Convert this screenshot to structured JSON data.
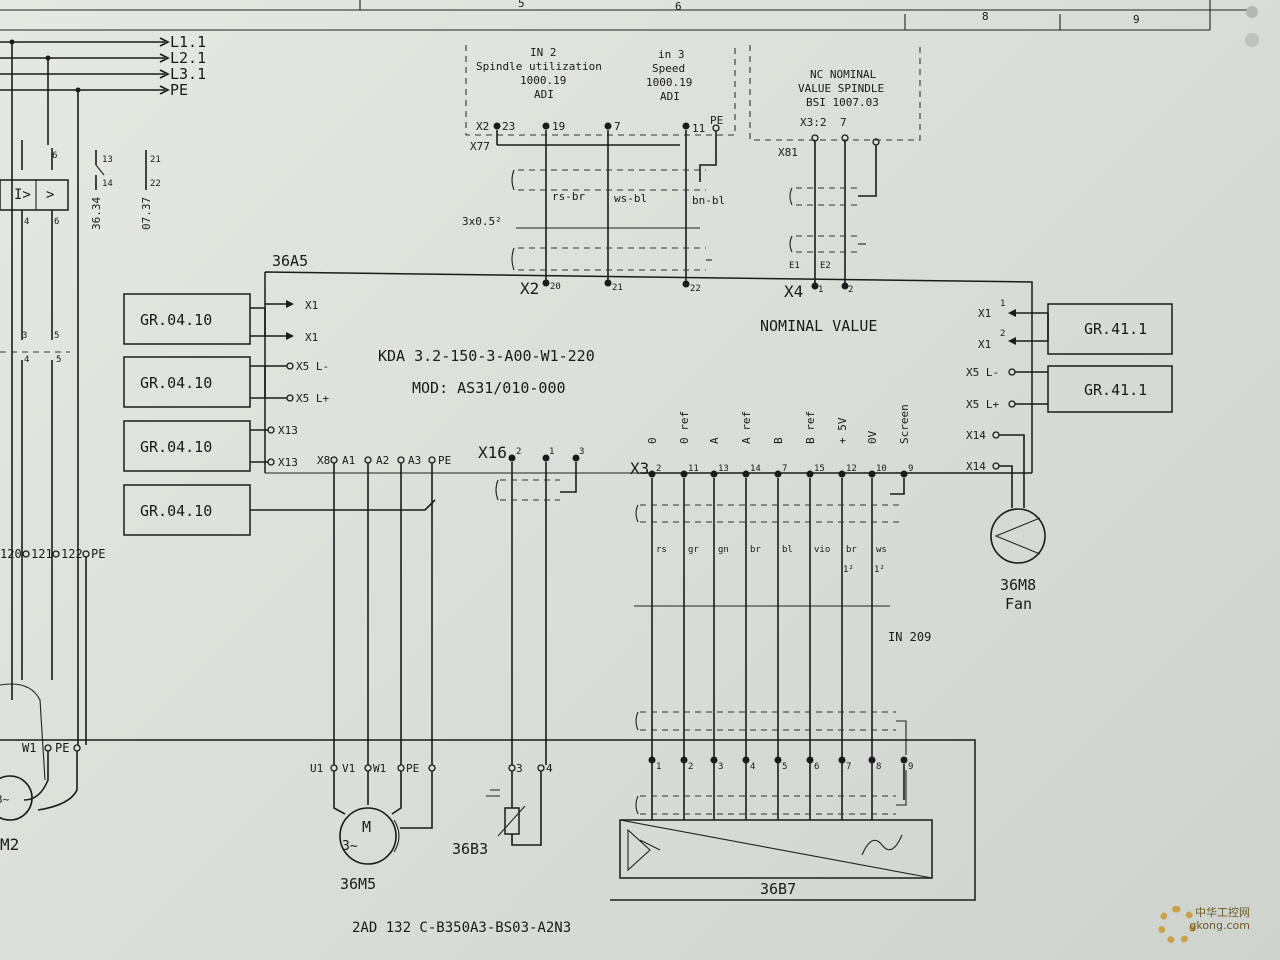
{
  "top_ruler": [
    "5",
    "6",
    "8",
    "9"
  ],
  "supply_lines": [
    "L1.1",
    "L2.1",
    "L3.1",
    "PE"
  ],
  "left_contacts": [
    "13",
    "14",
    "21",
    "22",
    "36.34",
    "07.37",
    "3",
    "4",
    "5",
    "6"
  ],
  "top_left_box": {
    "in2": {
      "title": "IN 2",
      "sub": "Spindle utilization",
      "param": "1000.19",
      "type": "ADI"
    },
    "in3": {
      "title": "in 3",
      "sub": "Speed",
      "param": "1000.19",
      "type": "ADI"
    },
    "terminals": [
      "X2",
      "23",
      "19",
      "7",
      "11",
      "PE"
    ],
    "connector": "X77",
    "wire_colors": [
      "rs-br",
      "ws-bl",
      "bn-bl"
    ],
    "cable": "3x0.5²"
  },
  "top_right_box": {
    "lines": [
      "NC NOMINAL",
      "VALUE SPINDLE",
      "BSI 1007.03"
    ],
    "terminals": [
      "X3:",
      "2",
      "7"
    ],
    "connector": "X81",
    "shield_labels": [
      "E1",
      "E2"
    ]
  },
  "drive": {
    "ref": "36A5",
    "model": "KDA 3.2-150-3-A00-W1-220",
    "mod": "MOD: AS31/010-000",
    "nominal": "NOMINAL VALUE",
    "x2": {
      "label": "X2",
      "pins": [
        "20",
        "21",
        "22"
      ]
    },
    "x4": {
      "label": "X4",
      "pins": [
        "1",
        "2"
      ]
    },
    "left_terms": [
      "X1",
      "X1",
      "X5 L-",
      "X5 L+",
      "X13",
      "X13"
    ],
    "right_terms": [
      "X1",
      "X1",
      "X5 L-",
      "X5 L+",
      "X14",
      "X14"
    ],
    "right_pins": [
      "1",
      "2"
    ],
    "x8_terms": [
      "X8",
      "A1",
      "A2",
      "A3",
      "PE"
    ],
    "x16": {
      "label": "X16",
      "pins": [
        "2",
        "1",
        "3"
      ]
    },
    "x3": {
      "label": "X3",
      "pins": [
        "2",
        "11",
        "13",
        "14",
        "7",
        "15",
        "12",
        "10",
        "9"
      ]
    }
  },
  "gr_left": [
    "GR.04.10",
    "GR.04.10",
    "GR.04.10",
    "GR.04.10"
  ],
  "gr_right": [
    "GR.41.1",
    "GR.41.1"
  ],
  "x3_signals": [
    "0",
    "0 ref",
    "A",
    "A ref",
    "B",
    "B ref",
    "+ 5V",
    "0V",
    "Screen"
  ],
  "x3_colors": [
    "rs",
    "gr",
    "gn",
    "br",
    "bl",
    "vio",
    "br",
    "ws"
  ],
  "x3_sub": [
    "1²",
    "1²"
  ],
  "in209": "IN 209",
  "fan": {
    "ref": "36M8",
    "name": "Fan"
  },
  "left_motor": {
    "terms": [
      "120",
      "121",
      "122",
      "PE"
    ],
    "bottom": [
      "W1",
      "PE"
    ],
    "ref": "M2",
    "sym": "3~"
  },
  "motor": {
    "terms": [
      "U1",
      "V1",
      "W1",
      "PE"
    ],
    "ref": "36M5",
    "sym": "M",
    "phase": "3~"
  },
  "sensor": {
    "terms": [
      "3",
      "4"
    ],
    "ref": "36B3"
  },
  "encoder": {
    "ref": "36B7",
    "pins": [
      "1",
      "2",
      "3",
      "4",
      "5",
      "6",
      "7",
      "8",
      "9"
    ]
  },
  "motor_type": "2AD 132 C-B350A3-BS03-A2N3",
  "watermark": [
    "中华工控网",
    "gkong.com"
  ]
}
